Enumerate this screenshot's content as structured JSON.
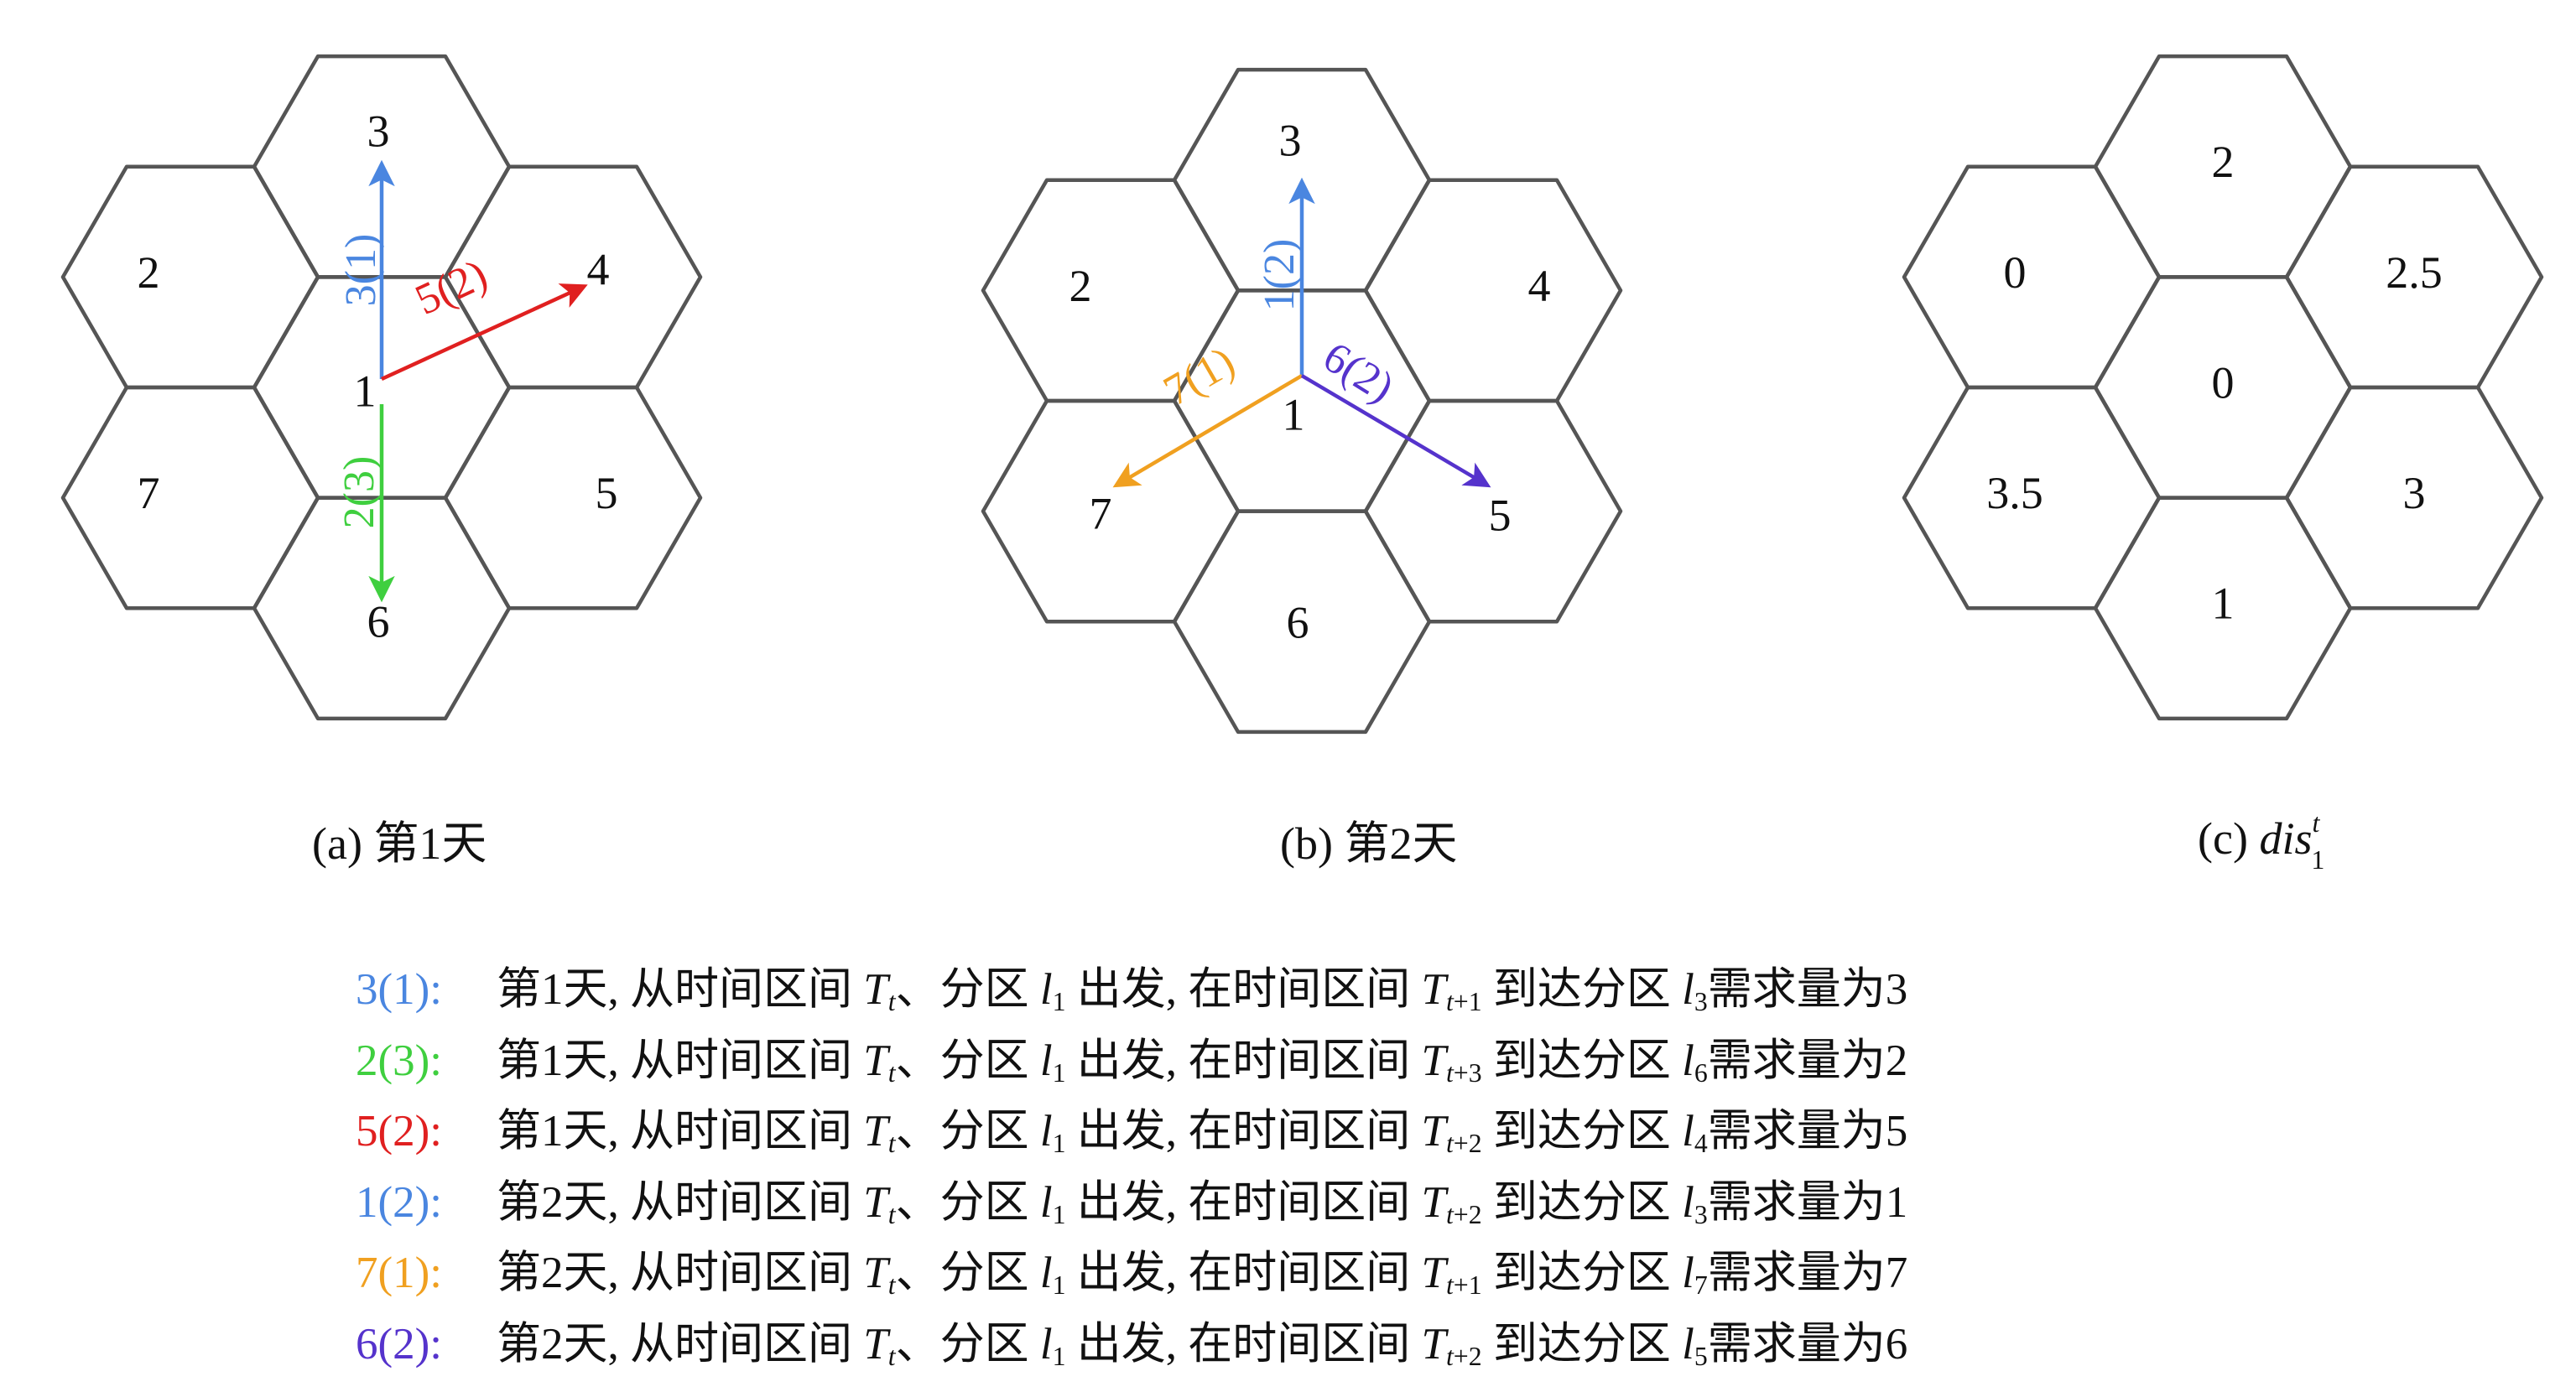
{
  "colors": {
    "blue": "#4a86e0",
    "green": "#3fcf3f",
    "red": "#e02020",
    "orange": "#f0a020",
    "purple": "#5533cc"
  },
  "panels": [
    {
      "id": "a",
      "caption_prefix": "(a) ",
      "caption_text": "第1天",
      "cells": [
        {
          "id": "c",
          "label": "1"
        },
        {
          "id": "n",
          "label": "3"
        },
        {
          "id": "nw",
          "label": "2"
        },
        {
          "id": "ne",
          "label": "4"
        },
        {
          "id": "sw",
          "label": "7"
        },
        {
          "id": "se",
          "label": "5"
        },
        {
          "id": "s",
          "label": "6"
        }
      ],
      "arrows": [
        {
          "from": "c",
          "to": "n",
          "label": "3(1)",
          "color": "#4a86e0"
        },
        {
          "from": "c",
          "to": "ne",
          "label": "5(2)",
          "color": "#e02020"
        },
        {
          "from": "c",
          "to": "s",
          "label": "2(3)",
          "color": "#3fcf3f"
        }
      ]
    },
    {
      "id": "b",
      "caption_prefix": "(b) ",
      "caption_text": "第2天",
      "cells": [
        {
          "id": "c",
          "label": "1"
        },
        {
          "id": "n",
          "label": "3"
        },
        {
          "id": "nw",
          "label": "2"
        },
        {
          "id": "ne",
          "label": "4"
        },
        {
          "id": "sw",
          "label": "7"
        },
        {
          "id": "se",
          "label": "5"
        },
        {
          "id": "s",
          "label": "6"
        }
      ],
      "arrows": [
        {
          "from": "c",
          "to": "n",
          "label": "1(2)",
          "color": "#4a86e0"
        },
        {
          "from": "c",
          "to": "sw",
          "label": "7(1)",
          "color": "#f0a020"
        },
        {
          "from": "c",
          "to": "se",
          "label": "6(2)",
          "color": "#5533cc"
        }
      ]
    },
    {
      "id": "c",
      "caption_prefix": "(c) ",
      "caption_math": "dis",
      "caption_sup": "t",
      "caption_sub": "1",
      "cells": [
        {
          "id": "c",
          "label": "0"
        },
        {
          "id": "n",
          "label": "2"
        },
        {
          "id": "nw",
          "label": "0"
        },
        {
          "id": "ne",
          "label": "2.5"
        },
        {
          "id": "sw",
          "label": "3.5"
        },
        {
          "id": "se",
          "label": "3"
        },
        {
          "id": "s",
          "label": "1"
        }
      ],
      "arrows": []
    }
  ],
  "legend": {
    "common": {
      "from_prefix": ", 从时间区间 ",
      "time_symbol": "T",
      "time_start_sub": "t",
      "sep": "、分区 ",
      "zone_symbol": "l",
      "origin_sub": "1",
      "depart": " 出发, 在时间区间 ",
      "arrive": " 到达分区 ",
      "demand": "需求量为"
    },
    "entries": [
      {
        "code": "3(1):",
        "color": "#4a86e0",
        "day": "第1天",
        "arrive_sub_base": "t",
        "arrive_sub_offset": "+1",
        "dest_sub": "3",
        "value": "3"
      },
      {
        "code": "2(3):",
        "color": "#3fcf3f",
        "day": "第1天",
        "arrive_sub_base": "t",
        "arrive_sub_offset": "+3",
        "dest_sub": "6",
        "value": "2"
      },
      {
        "code": "5(2):",
        "color": "#e02020",
        "day": "第1天",
        "arrive_sub_base": "t",
        "arrive_sub_offset": "+2",
        "dest_sub": "4",
        "value": "5"
      },
      {
        "code": "1(2):",
        "color": "#4a86e0",
        "day": "第2天",
        "arrive_sub_base": "t",
        "arrive_sub_offset": "+2",
        "dest_sub": "3",
        "value": "1"
      },
      {
        "code": "7(1):",
        "color": "#f0a020",
        "day": "第2天",
        "arrive_sub_base": "t",
        "arrive_sub_offset": "+1",
        "dest_sub": "7",
        "value": "7"
      },
      {
        "code": "6(2):",
        "color": "#5533cc",
        "day": "第2天",
        "arrive_sub_base": "t",
        "arrive_sub_offset": "+2",
        "dest_sub": "5",
        "value": "6"
      }
    ]
  }
}
